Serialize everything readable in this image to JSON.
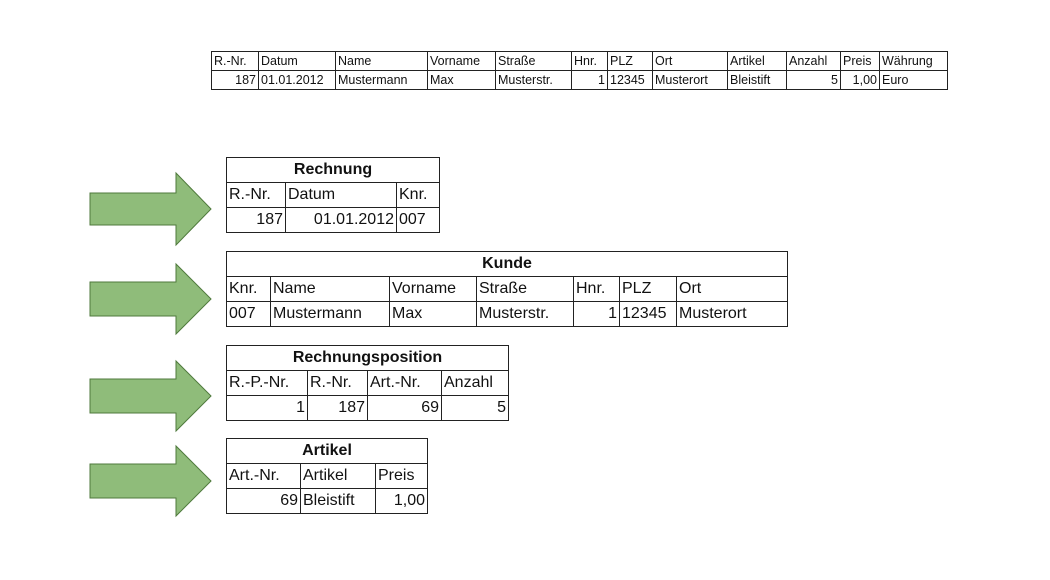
{
  "flat_table": {
    "headers": [
      "R.-Nr.",
      "Datum",
      "Name",
      "Vorname",
      "Straße",
      "Hnr.",
      "PLZ",
      "Ort",
      "Artikel",
      "Anzahl",
      "Preis",
      "Währung"
    ],
    "row": [
      "187",
      "01.01.2012",
      "Mustermann",
      "Max",
      "Musterstr.",
      "1",
      "12345",
      "Musterort",
      "Bleistift",
      "5",
      "1,00",
      "Euro"
    ]
  },
  "rechnung": {
    "title": "Rechnung",
    "headers": [
      "R.-Nr.",
      "Datum",
      "Knr."
    ],
    "row": [
      "187",
      "01.01.2012",
      "007"
    ]
  },
  "kunde": {
    "title": "Kunde",
    "headers": [
      "Knr.",
      "Name",
      "Vorname",
      "Straße",
      "Hnr.",
      "PLZ",
      "Ort"
    ],
    "row": [
      "007",
      "Mustermann",
      "Max",
      "Musterstr.",
      "1",
      "12345",
      "Musterort"
    ]
  },
  "rechnungsposition": {
    "title": "Rechnungsposition",
    "headers": [
      "R.-P.-Nr.",
      "R.-Nr.",
      "Art.-Nr.",
      "Anzahl"
    ],
    "row": [
      "1",
      "187",
      "69",
      "5"
    ]
  },
  "artikel": {
    "title": "Artikel",
    "headers": [
      "Art.-Nr.",
      "Artikel",
      "Preis"
    ],
    "row": [
      "69",
      "Bleistift",
      "1,00"
    ]
  },
  "colors": {
    "arrow_fill": "#8fbc7a",
    "arrow_stroke": "#4f7a3c"
  }
}
